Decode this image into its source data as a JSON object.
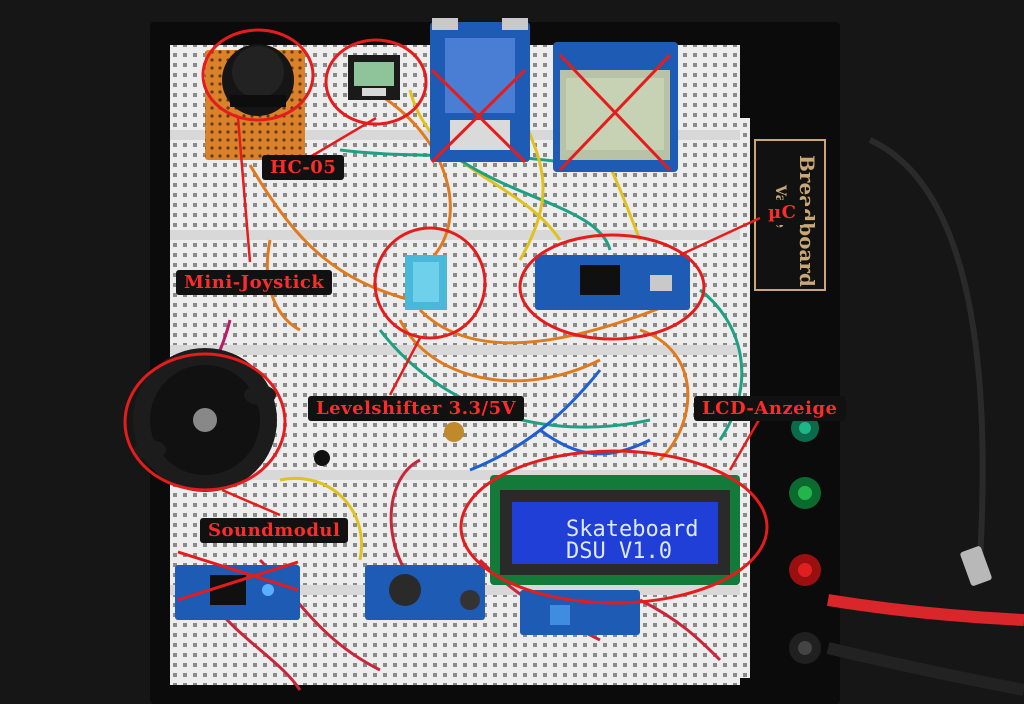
{
  "labels": {
    "hc05": "HC-05",
    "uc": "µC",
    "joystick": "Mini-Joystick",
    "levelshifter": "Levelshifter 3.3/5V",
    "lcd": "LCD-Anzeige",
    "sound": "Soundmodul"
  },
  "lcd_display": {
    "line1": "Skateboard",
    "line2": "DSU   V1.0"
  },
  "board_brand": {
    "line1": "Breadboard",
    "line2": "Vanie"
  },
  "colors": {
    "annotation_red": "#e51c1c",
    "board_white": "#ececec",
    "lcd_blue": "#1f3fd6",
    "pcb_blue": "#1e5bb5"
  }
}
